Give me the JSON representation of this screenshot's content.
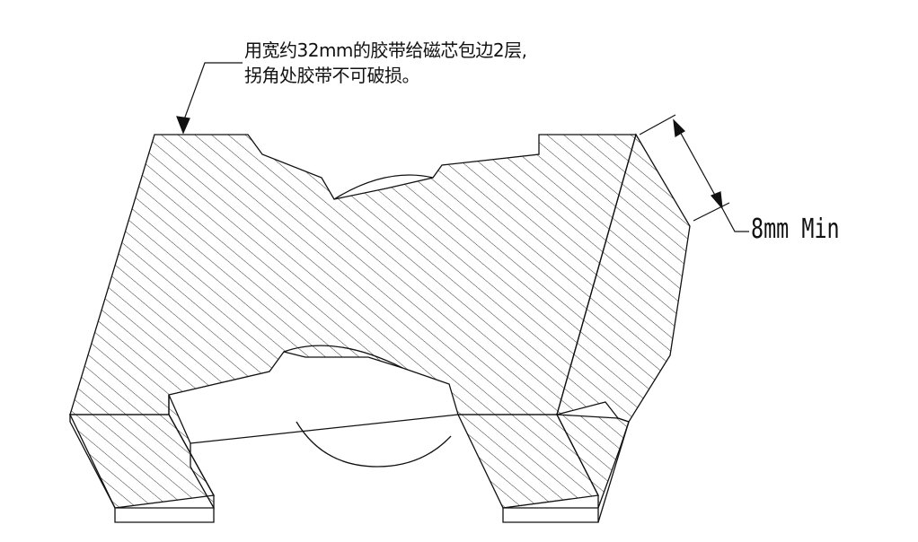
{
  "annotation": {
    "line1": "用宽约32mm的胶带给磁芯包边2层,",
    "line2": "拐角处胶带不可破损。"
  },
  "dimension": {
    "label": "8mm Min"
  },
  "colors": {
    "ink": "#111111",
    "background": "#ffffff"
  }
}
